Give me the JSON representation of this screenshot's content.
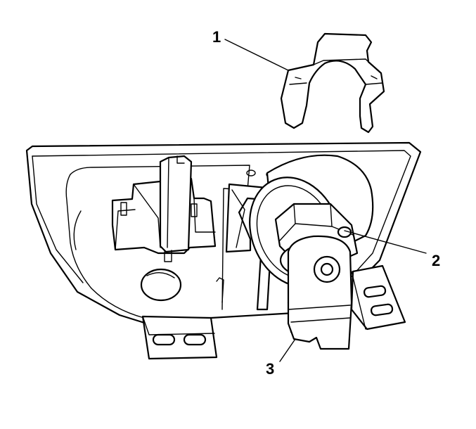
{
  "callouts": [
    {
      "number": "1",
      "part": "retaining clip"
    },
    {
      "number": "2",
      "part": "sensor"
    },
    {
      "number": "3",
      "part": "bracket"
    }
  ]
}
